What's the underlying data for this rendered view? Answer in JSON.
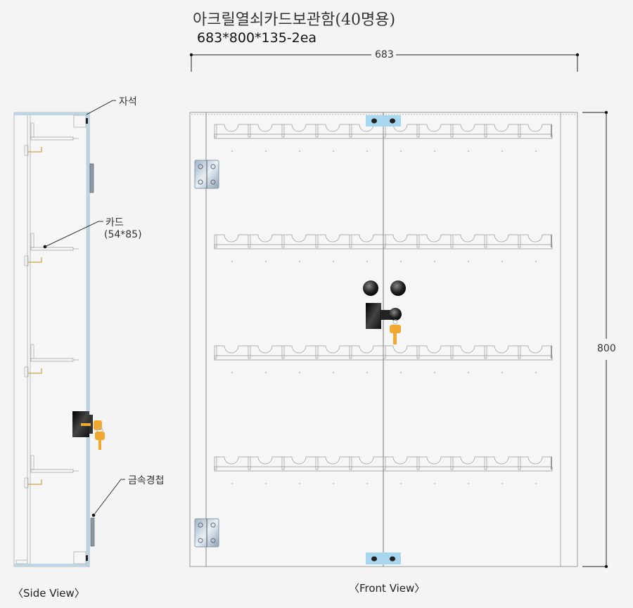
{
  "title": "아크릴열쇠카드보관함(40명용)",
  "subtitle": "683*800*135-2ea",
  "dimensions": {
    "width": "683",
    "height": "800"
  },
  "callouts": {
    "magnet": "자석",
    "card": "카드",
    "card_size": "(54*85)",
    "hinge": "금속경첩"
  },
  "views": {
    "side": "〈Side View〉",
    "front": "〈Front View〉"
  },
  "colors": {
    "glass": "#bcd6e8",
    "magnet": "#a8d6ee",
    "key": "#f0a830",
    "lock": "#1a1a1a"
  },
  "front": {
    "shelves": 4,
    "cups_per_shelf": 10
  }
}
